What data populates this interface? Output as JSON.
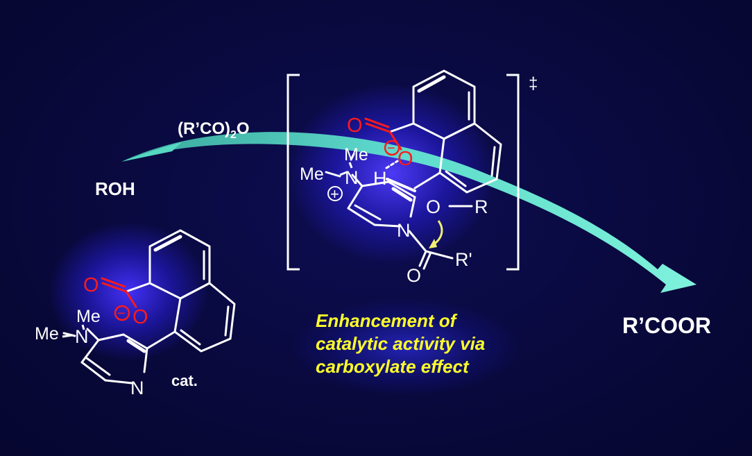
{
  "labels": {
    "reagent": "(R’CO)",
    "reagent_sub": "2",
    "reagent_tail": "O",
    "alcohol": "ROH",
    "product": "R’COOR",
    "dagger": "‡",
    "catalyst": "cat."
  },
  "atoms": {
    "methyl": "Me",
    "nitrogen": "N",
    "oxygen": "O",
    "hydrogen": "H",
    "r_group": "R",
    "r_prime": "R'",
    "plus": "+",
    "minus": "−"
  },
  "highlight_text": {
    "line1": "Enhancement of",
    "line2": "catalytic activity via",
    "line3": "carboxylate effect"
  },
  "colors": {
    "background": "#080838",
    "glow": "#4632ff",
    "arrow": "#5fe0c8",
    "bond": "#ffffff",
    "carboxylate": "#ff1a1a",
    "curved_arrow": "#f0f070",
    "highlight_text": "#ffff2a"
  }
}
